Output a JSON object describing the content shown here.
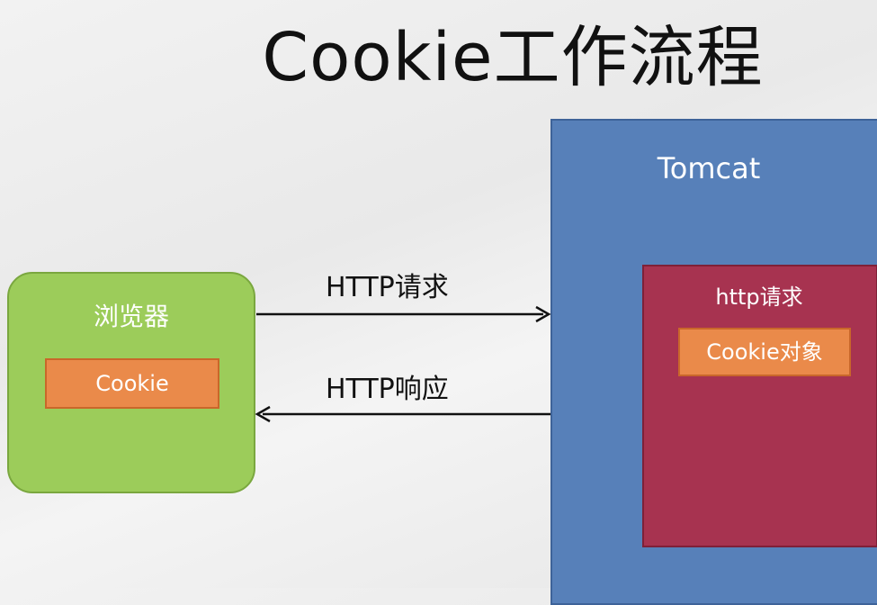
{
  "title": "Cookie工作流程",
  "browser": {
    "label": "浏览器",
    "cookie_label": "Cookie"
  },
  "server": {
    "label": "Tomcat",
    "request_box_label": "http请求",
    "cookie_object_label": "Cookie对象"
  },
  "arrows": {
    "request_label": "HTTP请求",
    "response_label": "HTTP响应"
  },
  "colors": {
    "browser": "#9ccc5a",
    "cookie_box": "#ea8a4a",
    "tomcat": "#5780b9",
    "request_box": "#a73350"
  }
}
